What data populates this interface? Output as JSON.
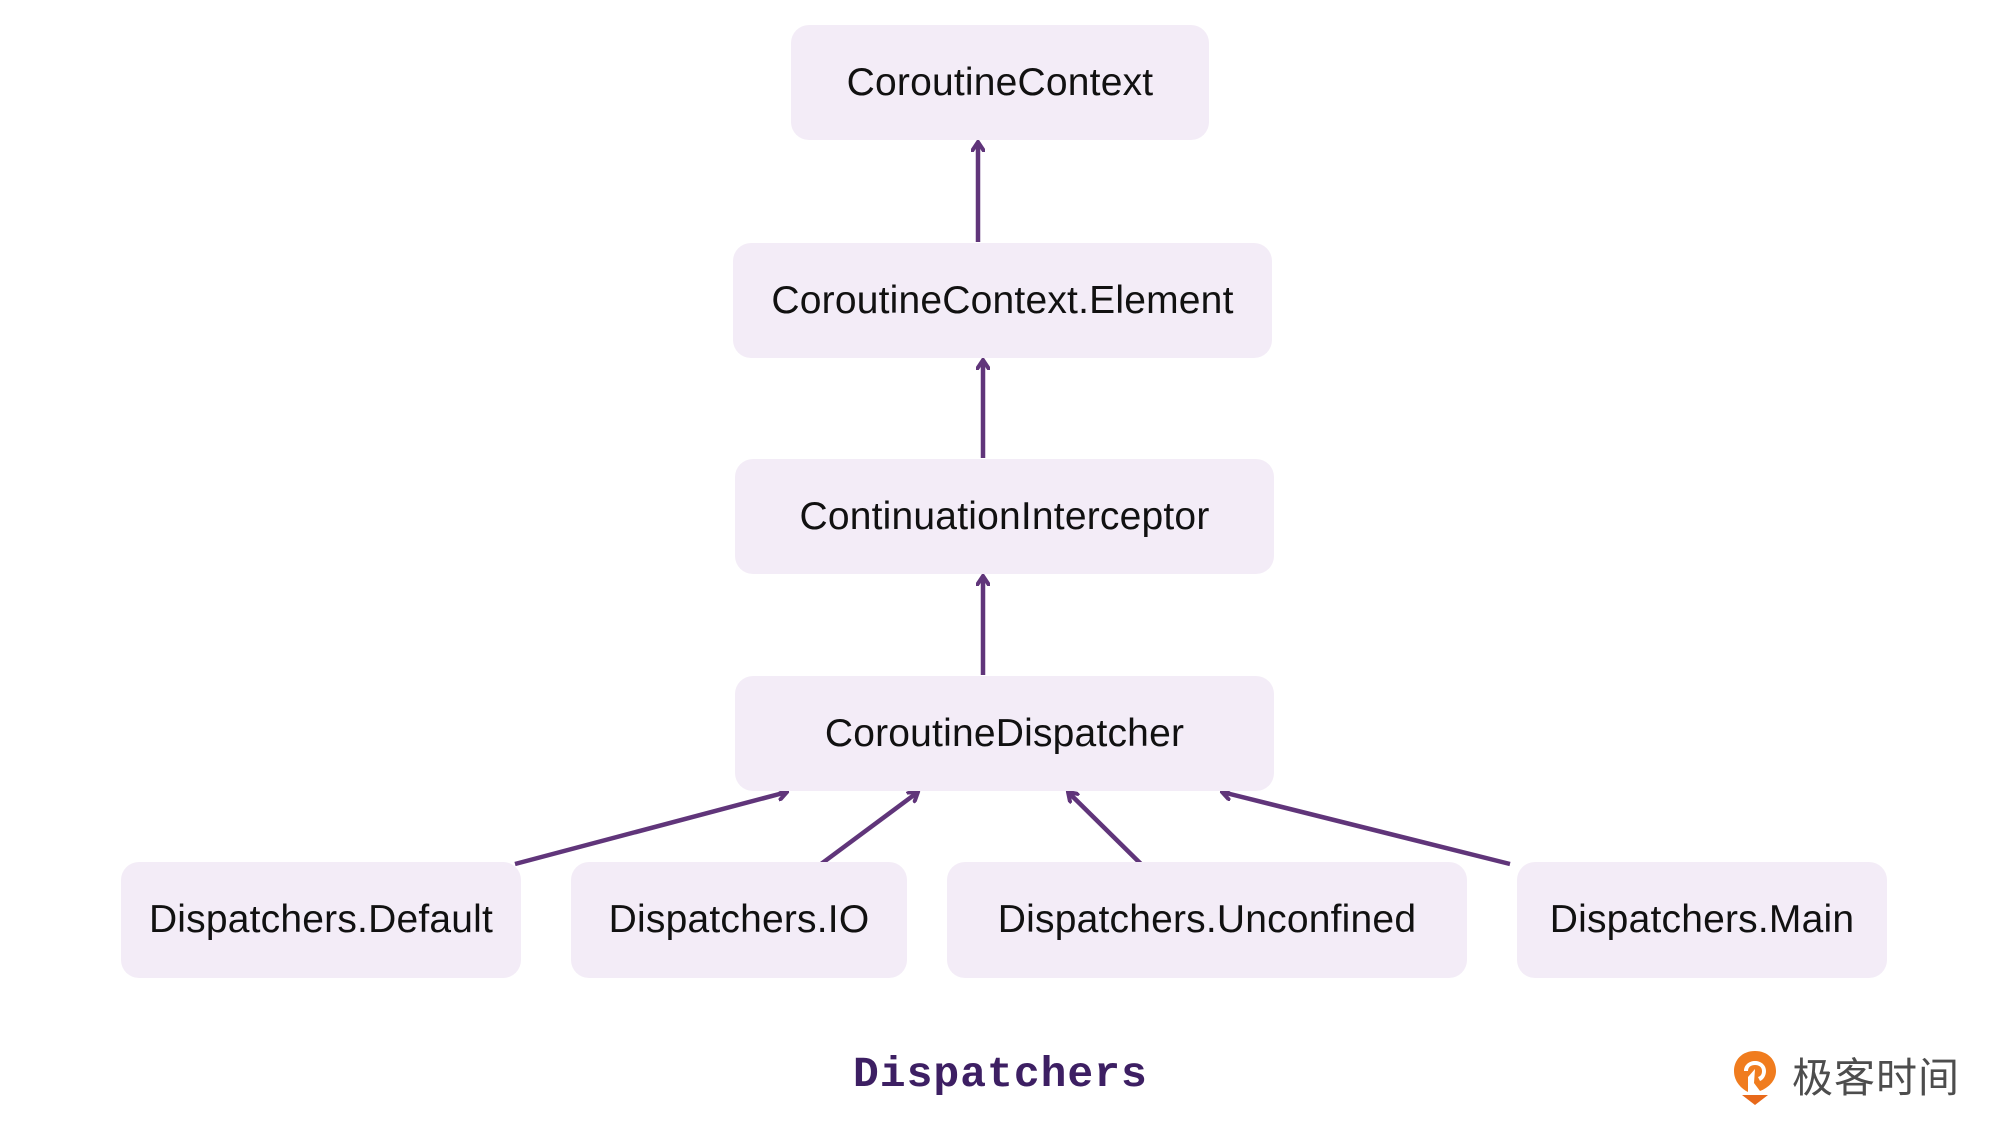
{
  "diagram": {
    "title": "Dispatchers",
    "nodes": [
      {
        "id": "coroutine-context",
        "label": "CoroutineContext"
      },
      {
        "id": "coroutine-context-element",
        "label": "CoroutineContext.Element"
      },
      {
        "id": "continuation-interceptor",
        "label": "ContinuationInterceptor"
      },
      {
        "id": "coroutine-dispatcher",
        "label": "CoroutineDispatcher"
      },
      {
        "id": "dispatchers-default",
        "label": "Dispatchers.Default"
      },
      {
        "id": "dispatchers-io",
        "label": "Dispatchers.IO"
      },
      {
        "id": "dispatchers-unconfined",
        "label": "Dispatchers.Unconfined"
      },
      {
        "id": "dispatchers-main",
        "label": "Dispatchers.Main"
      }
    ],
    "edges": [
      {
        "from": "coroutine-context-element",
        "to": "coroutine-context",
        "relation": "inherits"
      },
      {
        "from": "continuation-interceptor",
        "to": "coroutine-context-element",
        "relation": "inherits"
      },
      {
        "from": "coroutine-dispatcher",
        "to": "continuation-interceptor",
        "relation": "inherits"
      },
      {
        "from": "dispatchers-default",
        "to": "coroutine-dispatcher",
        "relation": "inherits"
      },
      {
        "from": "dispatchers-io",
        "to": "coroutine-dispatcher",
        "relation": "inherits"
      },
      {
        "from": "dispatchers-unconfined",
        "to": "coroutine-dispatcher",
        "relation": "inherits"
      },
      {
        "from": "dispatchers-main",
        "to": "coroutine-dispatcher",
        "relation": "inherits"
      }
    ]
  },
  "colors": {
    "node_fill": "#f3ecf7",
    "arrow": "#60357a",
    "caption": "#3d1f63",
    "logo_orange": "#f07c1e",
    "logo_text": "#4d4d4d"
  },
  "branding": {
    "logo_text": "极客时间",
    "logo_icon": "geektime-logo-icon"
  }
}
